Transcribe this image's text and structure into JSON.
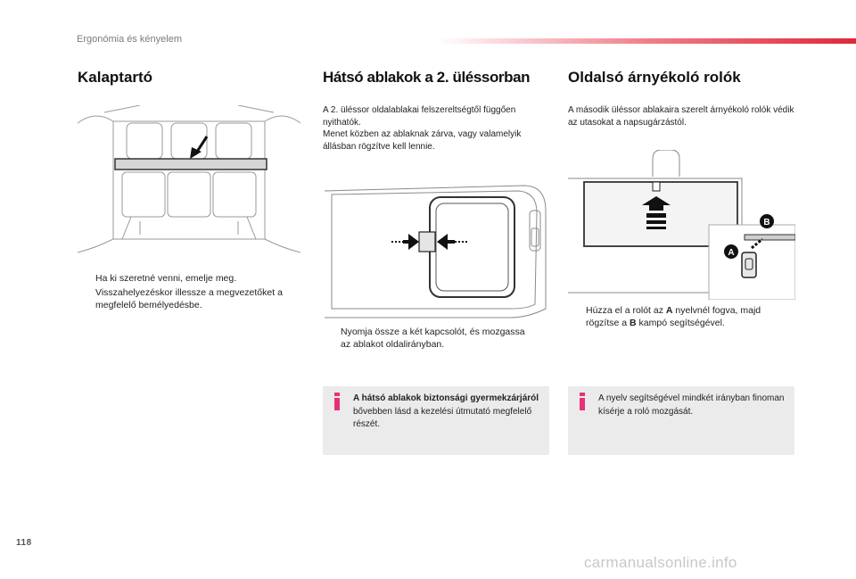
{
  "header": {
    "section": "Ergonómia és kényelem"
  },
  "col1": {
    "title": "Kalaptartó",
    "bullets": [
      "Ha ki szeretné venni, emelje meg.",
      "Visszahelyezéskor illessze a megvezetőket a megfelelő bemélyedésbe."
    ]
  },
  "col2": {
    "title": "Hátsó ablakok a 2. üléssorban",
    "intro_line1": "A 2. üléssor oldalablakai felszereltségtől függően nyithatók.",
    "intro_line2": "Menet közben az ablaknak zárva, vagy valamelyik állásban rögzítve kell lennie.",
    "bullet": "Nyomja össze a két kapcsolót, és mozgassa az ablakot oldalirányban.",
    "note_bold": "A hátsó ablakok biztonsági gyermekzárjáról",
    "note_rest": " bővebben lásd a kezelési útmutató megfelelő részét."
  },
  "col3": {
    "title": "Oldalsó árnyékoló rolók",
    "intro": "A második üléssor ablakaira szerelt árnyékoló rolók védik az utasokat a napsugárzástól.",
    "bullet_a": "Húzza el a rolót az ",
    "bullet_b": "A",
    "bullet_c": " nyelvnél fogva, majd rögzítse a ",
    "bullet_d": "B",
    "bullet_e": " kampó segítségével.",
    "label_a": "A",
    "label_b": "B",
    "note": "A nyelv segítségével mindkét irányban finoman kísérje a roló mozgását."
  },
  "bullet_mark": "",
  "footer": {
    "page_number": "118",
    "watermark": "carmanualsonline.info"
  },
  "colors": {
    "accent_red": "#e0283a",
    "info_pink": "#e8307a",
    "note_bg": "#ebebeb"
  }
}
